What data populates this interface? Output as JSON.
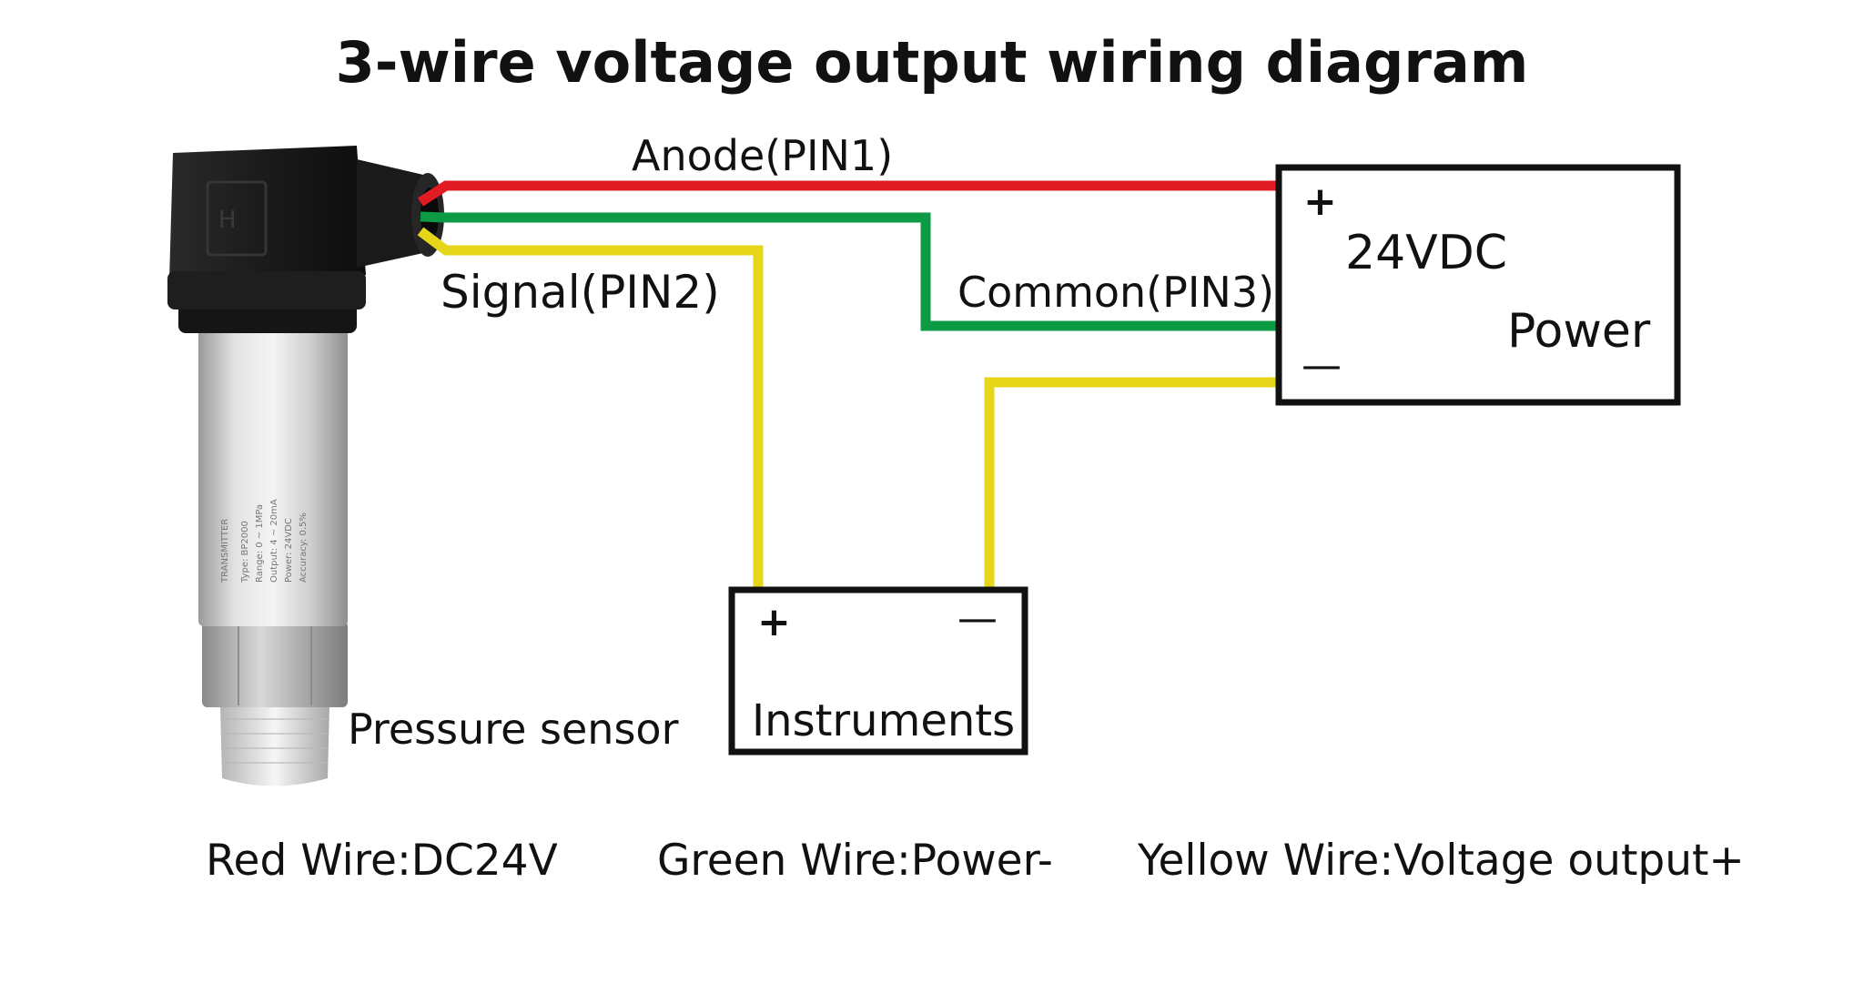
{
  "title": "3-wire voltage output wiring diagram",
  "labels": {
    "anode": "Anode(PIN1)",
    "signal": "Signal(PIN2)",
    "common": "Common(PIN3)",
    "sensor": "Pressure sensor"
  },
  "power_box": {
    "plus": "+",
    "minus": "—",
    "voltage": "24VDC",
    "name": "Power"
  },
  "instrument_box": {
    "plus": "+",
    "minus": "—",
    "name": "Instruments"
  },
  "legend": {
    "red": "Red Wire:DC24V",
    "green": "Green Wire:Power-",
    "yellow": "Yellow Wire:Voltage output+"
  },
  "colors": {
    "red_wire": "#e11b22",
    "green_wire": "#0c9a45",
    "yellow_wire": "#e6d619",
    "box_border": "#111111",
    "sensor_body": "#c9c9c9",
    "connector": "#1c1c1c"
  }
}
